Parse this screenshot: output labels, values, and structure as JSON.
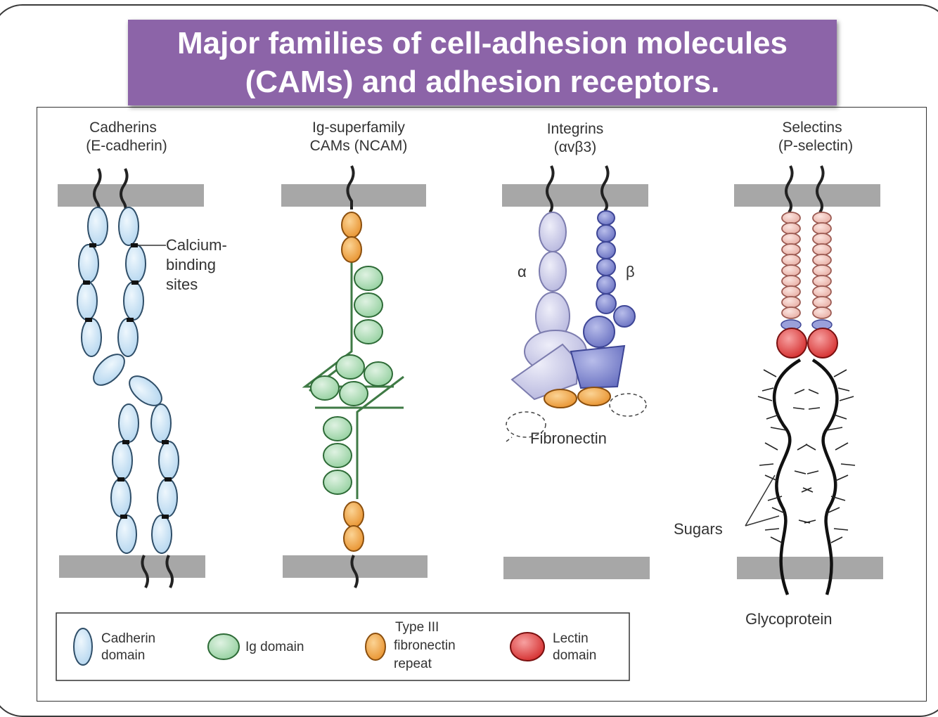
{
  "title": {
    "line1": "Major families of cell-adhesion molecules",
    "line2": "(CAMs) and adhesion receptors."
  },
  "families": [
    {
      "name": "Cadherins",
      "example": "(E-cadherin)"
    },
    {
      "name": "Ig-superfamily",
      "example": "CAMs (NCAM)"
    },
    {
      "name": "Integrins",
      "example": "(αvβ3)"
    },
    {
      "name": "Selectins",
      "example": "(P-selectin)"
    }
  ],
  "labels": {
    "calcium_line1": "Calcium-",
    "calcium_line2": "binding",
    "calcium_line3": "sites",
    "alpha": "α",
    "beta": "β",
    "fibronectin": "Fibronectin",
    "sugars": "Sugars",
    "glycoprotein": "Glycoprotein"
  },
  "legend": [
    {
      "line1": "Cadherin",
      "line2": "domain",
      "color": "#cfe6f7"
    },
    {
      "line1": "Ig domain",
      "color": "#b8e0bf"
    },
    {
      "line1": "Type III",
      "line2": "fibronectin",
      "line3": "repeat",
      "color": "#f0a94a"
    },
    {
      "line1": "Lectin",
      "line2": "domain",
      "color": "#e04848"
    }
  ],
  "colors": {
    "banner": "#8c64a8",
    "membrane": "#a7a7a7",
    "integrin_alpha": "#c9c9e6",
    "integrin_beta": "#7f86cc",
    "selectin_repeat": "#f1c7c0"
  }
}
